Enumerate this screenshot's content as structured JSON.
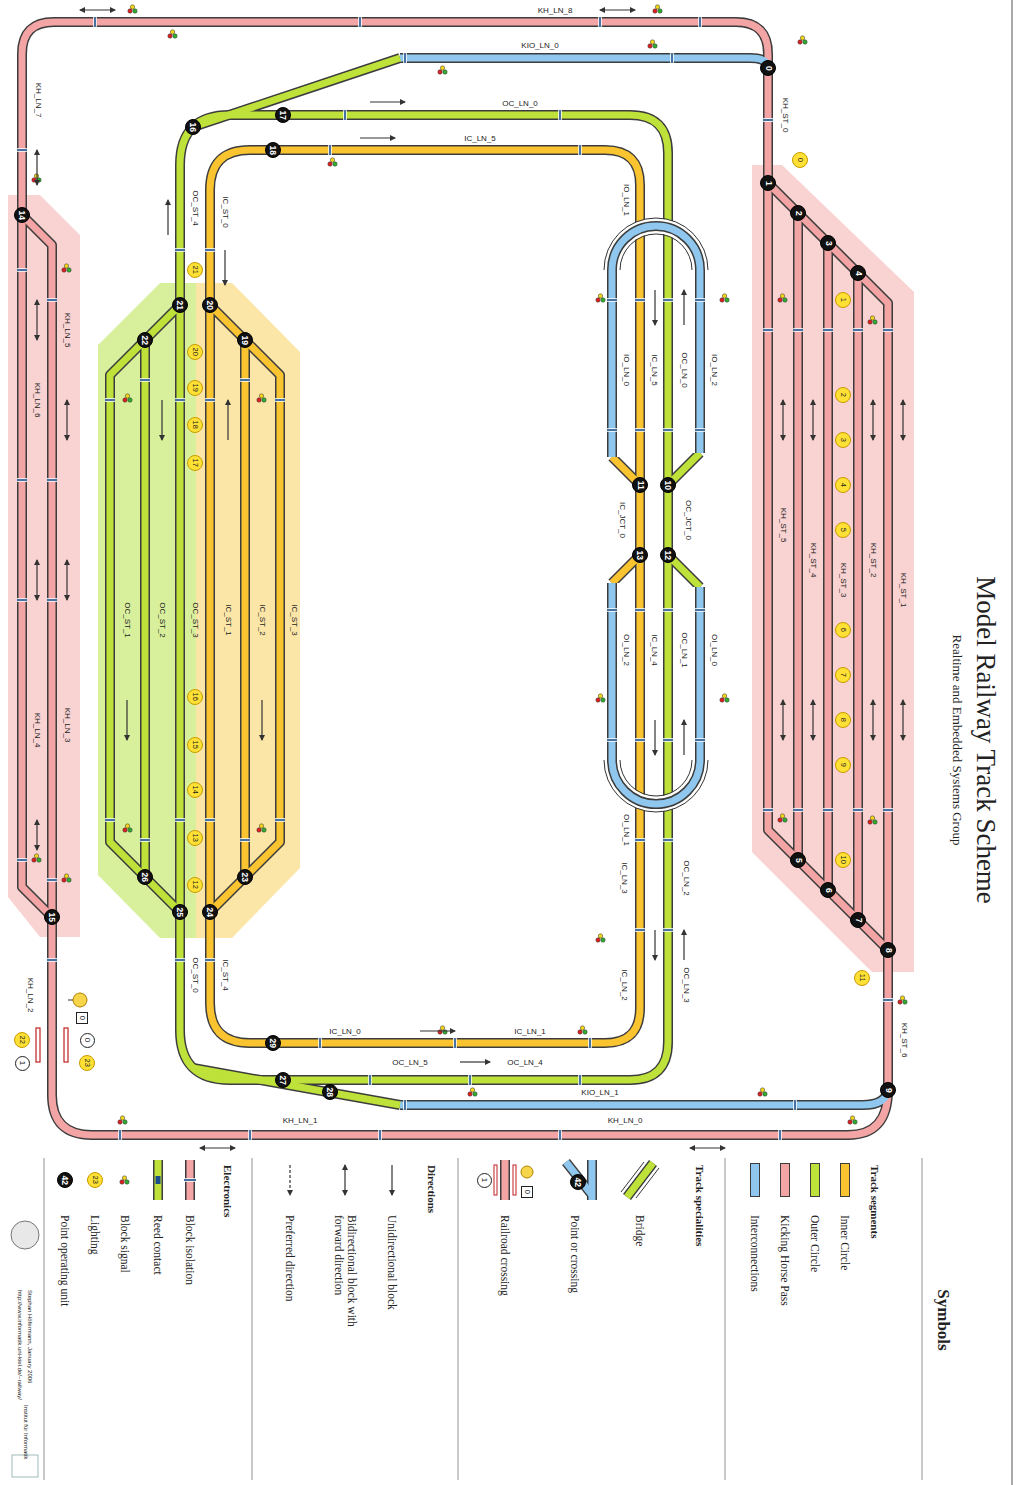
{
  "diagram": {
    "title": "Model Railway Track Scheme",
    "nodes": [
      {
        "text": [
          "0"
        ]
      },
      {
        "text": [
          "1"
        ]
      },
      {
        "text": [
          "2"
        ]
      },
      {
        "text": [
          "3"
        ]
      },
      {
        "text": [
          "4"
        ]
      },
      {
        "text": [
          "5"
        ]
      },
      {
        "text": [
          "6"
        ]
      },
      {
        "text": [
          "7"
        ]
      },
      {
        "text": [
          "8"
        ]
      },
      {
        "text": [
          "9"
        ]
      },
      {
        "text": [
          "10"
        ]
      },
      {
        "text": [
          "11"
        ]
      },
      {
        "text": [
          "12"
        ]
      },
      {
        "text": [
          "13"
        ]
      },
      {
        "text": [
          "14"
        ]
      },
      {
        "text": [
          "15"
        ]
      },
      {
        "text": [
          "16"
        ]
      },
      {
        "text": [
          "17"
        ]
      },
      {
        "text": [
          "18"
        ]
      },
      {
        "text": [
          "19"
        ]
      },
      {
        "text": [
          "20"
        ]
      },
      {
        "text": [
          "21"
        ]
      },
      {
        "text": [
          "22"
        ]
      },
      {
        "text": [
          "23"
        ]
      },
      {
        "text": [
          "24"
        ]
      },
      {
        "text": [
          "25"
        ]
      },
      {
        "text": [
          "26"
        ]
      },
      {
        "text": [
          "27"
        ]
      },
      {
        "text": [
          "28"
        ]
      },
      {
        "text": [
          "29"
        ]
      },
      {
        "text": [
          "0"
        ]
      },
      {
        "text": [
          "1"
        ]
      },
      {
        "text": [
          "2"
        ]
      },
      {
        "text": [
          "3"
        ]
      },
      {
        "text": [
          "4"
        ]
      },
      {
        "text": [
          "5"
        ]
      },
      {
        "text": [
          "6"
        ]
      },
      {
        "text": [
          "7"
        ]
      },
      {
        "text": [
          "8"
        ]
      },
      {
        "text": [
          "9"
        ]
      },
      {
        "text": [
          "10"
        ]
      },
      {
        "text": [
          "11"
        ]
      },
      {
        "text": [
          "12"
        ]
      },
      {
        "text": [
          "13"
        ]
      },
      {
        "text": [
          "14"
        ]
      },
      {
        "text": [
          "15"
        ]
      },
      {
        "text": [
          "16"
        ]
      },
      {
        "text": [
          "17"
        ]
      },
      {
        "text": [
          "18"
        ]
      },
      {
        "text": [
          "19"
        ]
      },
      {
        "text": [
          "20"
        ]
      },
      {
        "text": [
          "21"
        ]
      },
      {
        "text": [
          "22"
        ]
      },
      {
        "text": [
          "23"
        ]
      },
      {
        "text": [
          "1"
        ]
      },
      {
        "text": [
          "0"
        ]
      },
      {
        "text": [
          "0"
        ]
      },
      {
        "text": [
          "42"
        ]
      },
      {
        "text": [
          "1"
        ]
      },
      {
        "text": [
          "0"
        ]
      },
      {
        "text": [
          "23"
        ]
      },
      {
        "text": [
          "42"
        ]
      }
    ],
    "labels": [
      "Realtime and Embedded Systems Group",
      "KH_LN_8",
      "KIO_LN_0",
      "OC_LN_0",
      "IC_LN_5",
      "KH_ST_0",
      "KH_LN_7",
      "OC_ST_4",
      "IC_ST_0",
      "IO_LN_1",
      "IO_LN_0",
      "IC_LN_5",
      "OC_LN_0",
      "IO_LN_2",
      "OC_JCT_0",
      "IC_JCT_0",
      "OI_LN_2",
      "IC_LN_4",
      "OC_LN_1",
      "OI_LN_0",
      "OI_LN_1",
      "IC_LN_3",
      "OC_LN_2",
      "IC_LN_2",
      "OC_LN_3",
      "KH_ST_5",
      "KH_ST_4",
      "KH_ST_3",
      "KH_ST_2",
      "KH_ST_1",
      "KH_ST_6",
      "KH_LN_6",
      "KH_LN_5",
      "KH_LN_4",
      "KH_LN_3",
      "KH_LN_2",
      "KH_LN_1",
      "KH_LN_0",
      "KIO_LN_1",
      "IC_LN_0",
      "IC_LN_1",
      "OC_LN_5",
      "OC_LN_4",
      "OC_ST_1",
      "OC_ST_2",
      "OC_ST_3",
      "IC_ST_1",
      "IC_ST_2",
      "IC_ST_3",
      "IC_ST_4",
      "OC_ST_0",
      "Symbols",
      "Track segments",
      "Track specialities",
      "Directions",
      "Electronics",
      "Stephan Höfermann, January 2006",
      "http://www.informatik.uni-kiel.de/~railway/",
      "Institut für Informatik"
    ],
    "legend": [
      {
        "text": "Inner Circle",
        "color": "#f9c430"
      },
      {
        "text": "Outer Circle",
        "color": "#bfe23a"
      },
      {
        "text": "Kicking Horse Pass",
        "color": "#f3a4a4"
      },
      {
        "text": "Interconnections",
        "color": "#8fc7ee"
      },
      {
        "text": "Bridge"
      },
      {
        "text": "Point or crossing"
      },
      {
        "text": "Railroad crossing"
      },
      {
        "text": "Unidirectional block"
      },
      {
        "text": "Bidirectional block with forward direction"
      },
      {
        "text": "Preferred direction"
      },
      {
        "text": "Block isolation"
      },
      {
        "text": "Reed contact"
      },
      {
        "text": "Block signal"
      },
      {
        "text": "Lighting"
      },
      {
        "text": "Point operating unit"
      }
    ]
  }
}
